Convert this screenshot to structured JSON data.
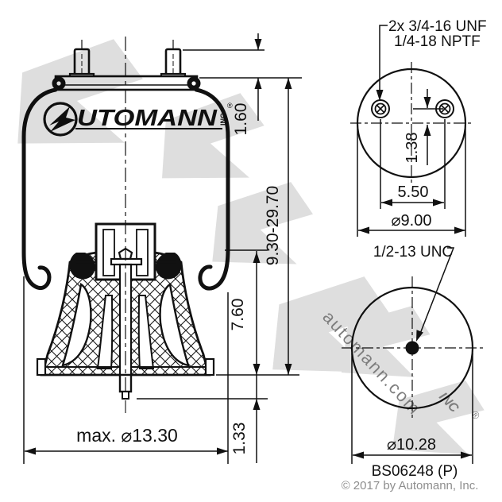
{
  "side_view": {
    "logo": {
      "wordmark": "UTOMANN",
      "inc": "INC",
      "reg": "®"
    },
    "dims": {
      "stud_height": "1.60",
      "height_range": "9.30-29.70",
      "piston_height": "7.60",
      "stud_protrusion": "1.33",
      "max_diameter": "max. ⌀13.30"
    }
  },
  "top_view": {
    "thread_label": {
      "line1": "2x 3/4-16 UNF",
      "line2": "1/4-18 NPTF"
    },
    "dims": {
      "port_offset": "1.38",
      "stud_spacing": "5.50",
      "plate_diameter": "⌀9.00"
    }
  },
  "bottom_view": {
    "thread_label": "1/2-13 UNC",
    "dims": {
      "piston_diameter": "⌀10.28"
    }
  },
  "footer": {
    "part_number": "BS06248 (P)",
    "copyright": "© 2017 by Automann, Inc."
  },
  "watermark": {
    "text": "automann.com",
    "inc": "INC",
    "reg": "®"
  },
  "colors": {
    "line": "#111111",
    "copyright_gray": "#8e8e8e",
    "watermark_gray": "#c2c2c2"
  }
}
